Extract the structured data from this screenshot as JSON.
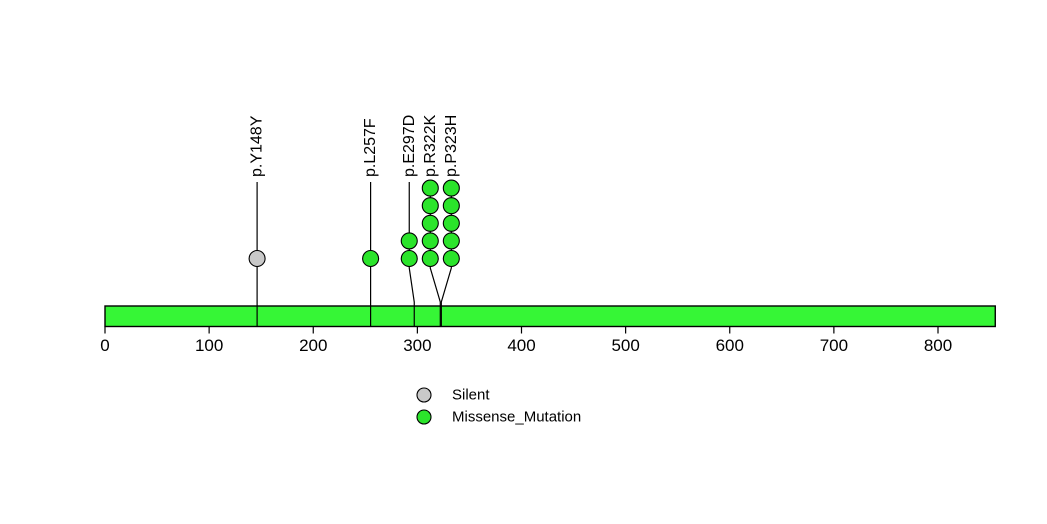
{
  "chart_data": {
    "type": "lollipop",
    "title": "",
    "xlabel": "",
    "grid": false,
    "axis": {
      "min": 0,
      "max": 855,
      "ticks": [
        0,
        100,
        200,
        300,
        400,
        500,
        600,
        700,
        800
      ]
    },
    "protein": {
      "start": 0,
      "end": 855,
      "color": "#36F636",
      "outline": "#000000"
    },
    "classes": {
      "Silent": "#C9C9C9",
      "Missense_Mutation": "#2BE42B"
    },
    "mutations": [
      {
        "label": "p.Y148Y",
        "position": 148,
        "count": 1,
        "class": "Silent",
        "label_offset": -2
      },
      {
        "label": "p.L257F",
        "position": 257,
        "count": 1,
        "class": "Missense_Mutation",
        "label_offset": -2
      },
      {
        "label": "p.E297D",
        "position": 297,
        "count": 2,
        "class": "Missense_Mutation",
        "label_offset": -5
      },
      {
        "label": "p.R322K",
        "position": 322,
        "count": 5,
        "class": "Missense_Mutation",
        "label_offset": -10
      },
      {
        "label": "p.P323H",
        "position": 323,
        "count": 5,
        "class": "Missense_Mutation",
        "label_offset": 10
      }
    ],
    "legend": [
      {
        "label": "Silent",
        "class": "Silent"
      },
      {
        "label": "Missense_Mutation",
        "class": "Missense_Mutation"
      }
    ],
    "legend_position": "bottom-center"
  }
}
